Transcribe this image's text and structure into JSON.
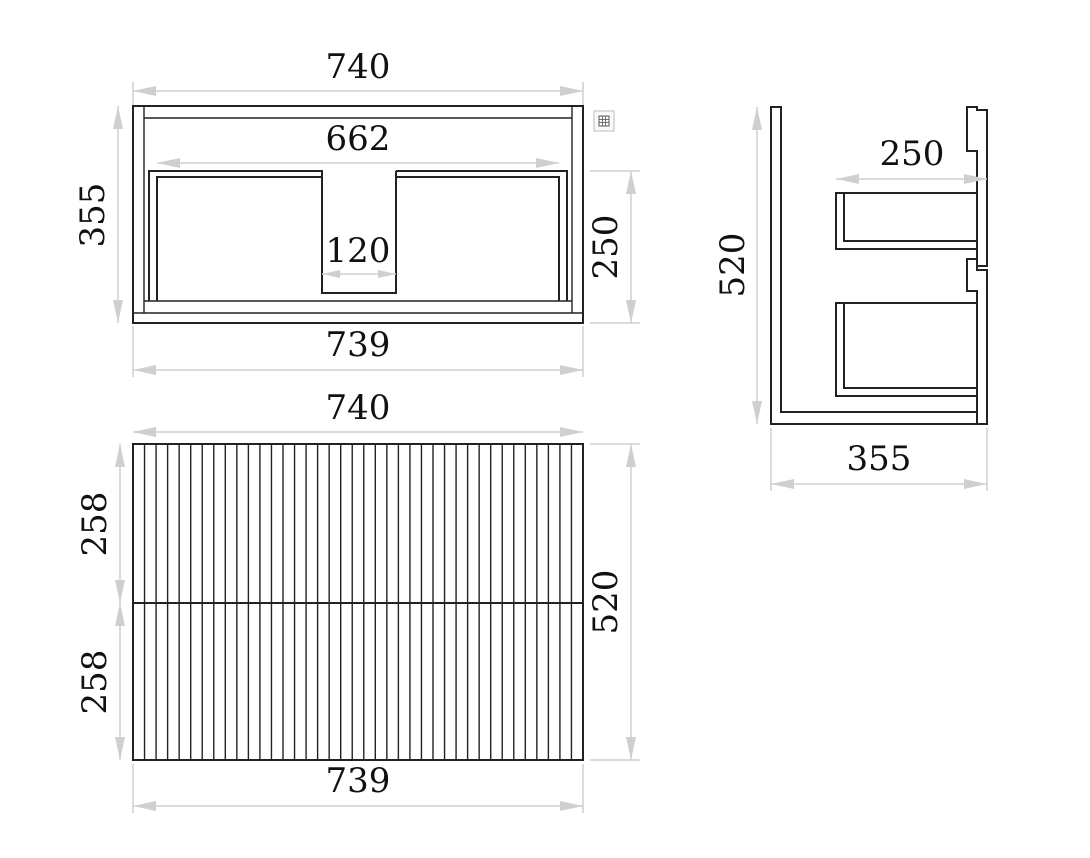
{
  "top_view": {
    "width_top": "740",
    "depth": "355",
    "inner_width": "662",
    "cutout_width": "120",
    "drawer_depth": "250",
    "width_bottom": "739"
  },
  "front_view": {
    "width_top": "740",
    "drawer_upper_height": "258",
    "drawer_lower_height": "258",
    "height": "520",
    "width_bottom": "739"
  },
  "side_view": {
    "height": "520",
    "drawer_depth": "250",
    "depth": "355"
  },
  "grid_icon": "grid-icon"
}
